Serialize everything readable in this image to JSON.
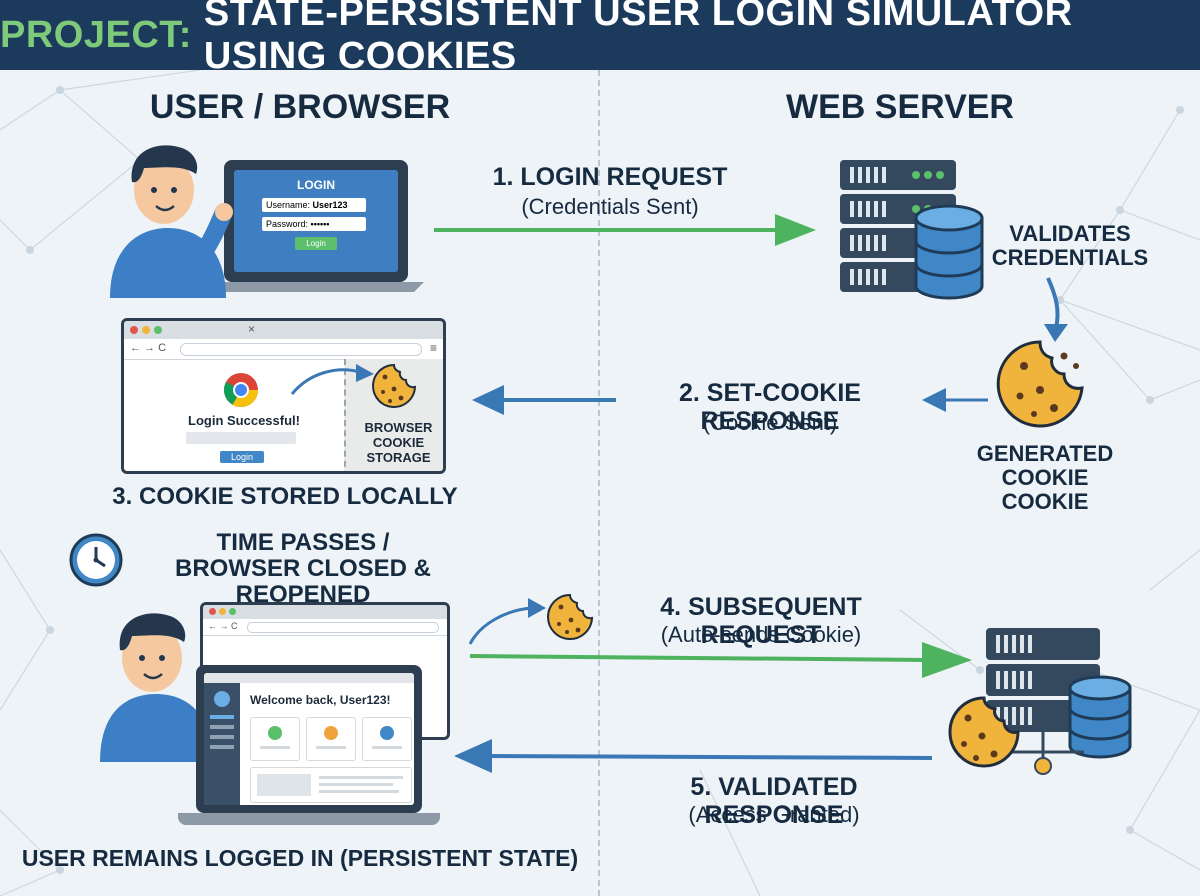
{
  "banner": {
    "prefix": "PROJECT:",
    "title": "STATE-PERSISTENT USER LOGIN SIMULATOR USING COOKIES"
  },
  "columns": {
    "left": "USER / BROWSER",
    "right": "WEB SERVER"
  },
  "login_screen": {
    "title": "LOGIN",
    "username_label": "Username:",
    "username_value": "User123",
    "password_label": "Password:",
    "password_value": "••••••",
    "button": "Login"
  },
  "steps": {
    "step1": {
      "title": "1. LOGIN REQUEST",
      "sub": "(Credentials Sent)"
    },
    "validates": {
      "line1": "VALIDATES",
      "line2": "CREDENTIALS"
    },
    "step2": {
      "title": "2. SET-COOKIE RESPONSE",
      "sub": "(Cookie Sent)"
    },
    "generated": {
      "line1": "GENERATED",
      "line2": "COOKIE COOKIE"
    },
    "step3": {
      "title": "3. COOKIE STORED LOCALLY"
    },
    "time": {
      "line1": "TIME PASSES /",
      "line2": "BROWSER CLOSED & REOPENED"
    },
    "step4": {
      "title": "4. SUBSEQUENT REQUEST",
      "sub": "(Auto-sends Cookie)"
    },
    "step5": {
      "title": "5. VALIDATED RESPONSE",
      "sub": "(Access Granted)"
    },
    "footer": "USER REMAINS LOGGED IN (PERSISTENT STATE)"
  },
  "browser_window": {
    "close": "×",
    "nav": "← → C",
    "menu": "≡",
    "message": "Login Successful!",
    "button": "Login",
    "storage_line1": "BROWSER",
    "storage_line2": "COOKIE",
    "storage_line3": "STORAGE"
  },
  "dashboard": {
    "welcome": "Welcome back, User123!",
    "nav": "← → C"
  },
  "colors": {
    "banner": "#1b3a5c",
    "accent_green": "#7ec97a",
    "arrow_green": "#4db35e",
    "arrow_blue": "#3a78b5",
    "server_dark": "#34495e",
    "database_blue": "#3f87c6",
    "cookie": "#f0b43c"
  },
  "icons": [
    "user-avatar-icon",
    "laptop-icon",
    "server-rack-icon",
    "database-icon",
    "cookie-icon",
    "chrome-logo-icon",
    "clock-icon",
    "network-node-icon"
  ]
}
